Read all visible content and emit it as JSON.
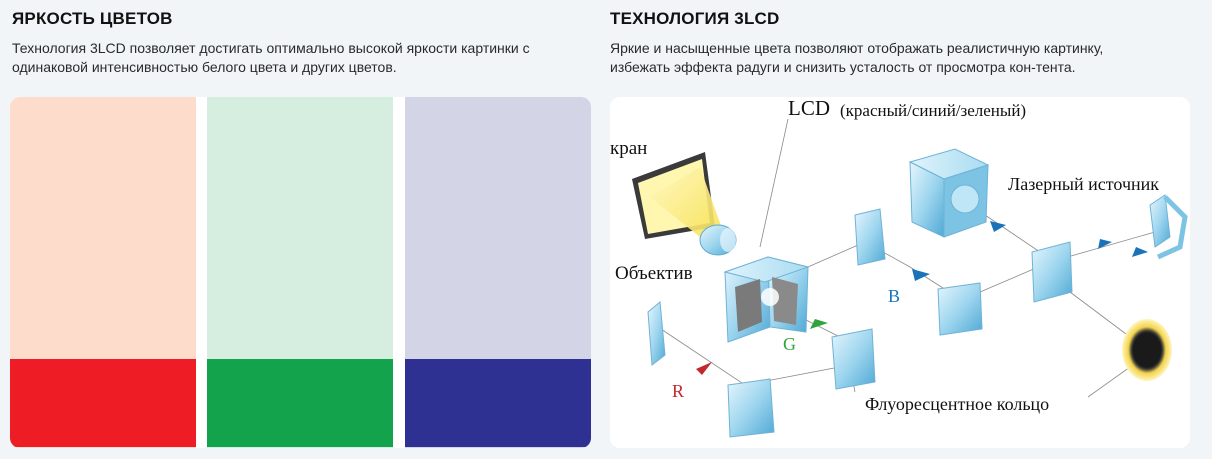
{
  "left": {
    "title": "ЯРКОСТЬ ЦВЕТОВ",
    "description_line1": "Технология 3LCD позволяет достигать оптимально высокой яркости картинки с",
    "description_line2": "одинаковой интенсивностью белого цвета и других цветов.",
    "swatches": [
      {
        "name": "red",
        "light": "#fddccb",
        "strong": "#ee1c25"
      },
      {
        "name": "green",
        "light": "#d6eee0",
        "strong": "#12a34c"
      },
      {
        "name": "blue",
        "light": "#d4d4e7",
        "strong": "#2e3191"
      }
    ]
  },
  "right": {
    "title": "ТЕХНОЛОГИЯ 3LCD",
    "description_line1": "Яркие и насыщенные цвета позволяют отображать реалистичную картинку,",
    "description_line2": "избежать эффекта радуги и снизить усталость от просмотра кон-тента.",
    "diagram": {
      "label_lcd": "LCD",
      "label_lcd_colors": "(красный/синий/зеленый)",
      "label_screen": "кран",
      "label_lens": "Объектив",
      "label_laser": "Лазерный источник",
      "label_ring": "Флуоресцентное кольцо",
      "label_b": "B",
      "label_g": "G",
      "label_r": "R",
      "colors": {
        "b": "#1a73b8",
        "g": "#2ea43a",
        "r": "#c0282d"
      }
    }
  }
}
